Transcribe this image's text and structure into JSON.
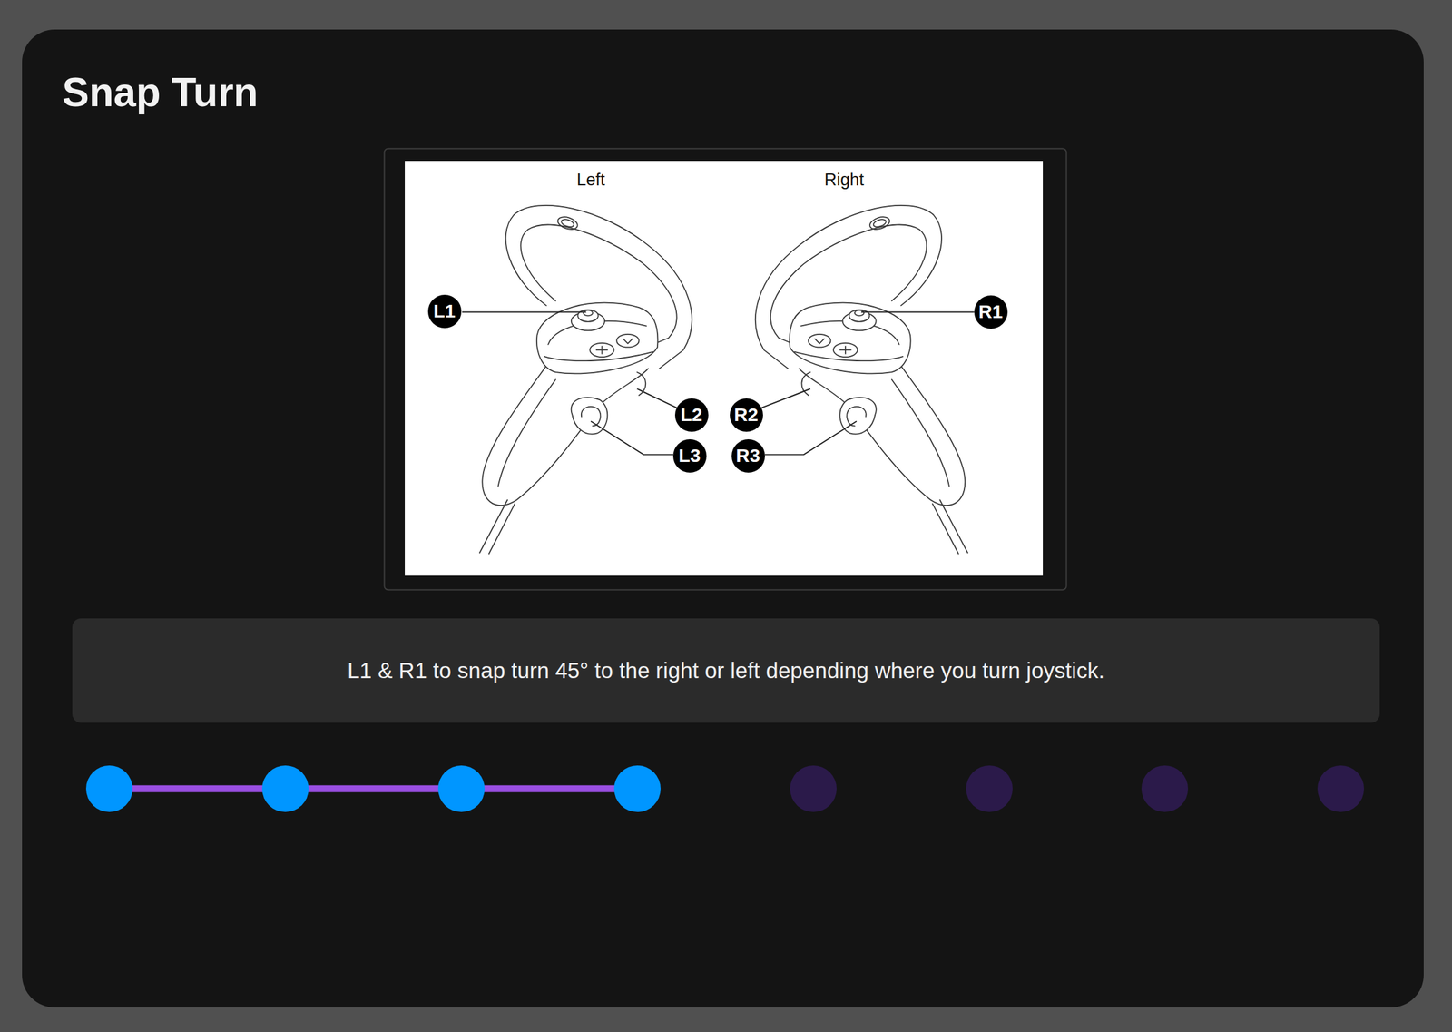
{
  "diagram": {
    "title": "Snap Turn",
    "nodes": [
      {
        "text": [
          "L1"
        ]
      },
      {
        "text": [
          "R1"
        ]
      },
      {
        "text": [
          "L2"
        ]
      },
      {
        "text": [
          "R2"
        ]
      },
      {
        "text": [
          "L3"
        ]
      },
      {
        "text": [
          "R3"
        ]
      },
      {
        "text": [
          "L1 & R1 to snap turn 45° to the right or left depending where you turn joystick."
        ]
      }
    ],
    "labels": [
      "Left",
      "Right"
    ]
  }
}
